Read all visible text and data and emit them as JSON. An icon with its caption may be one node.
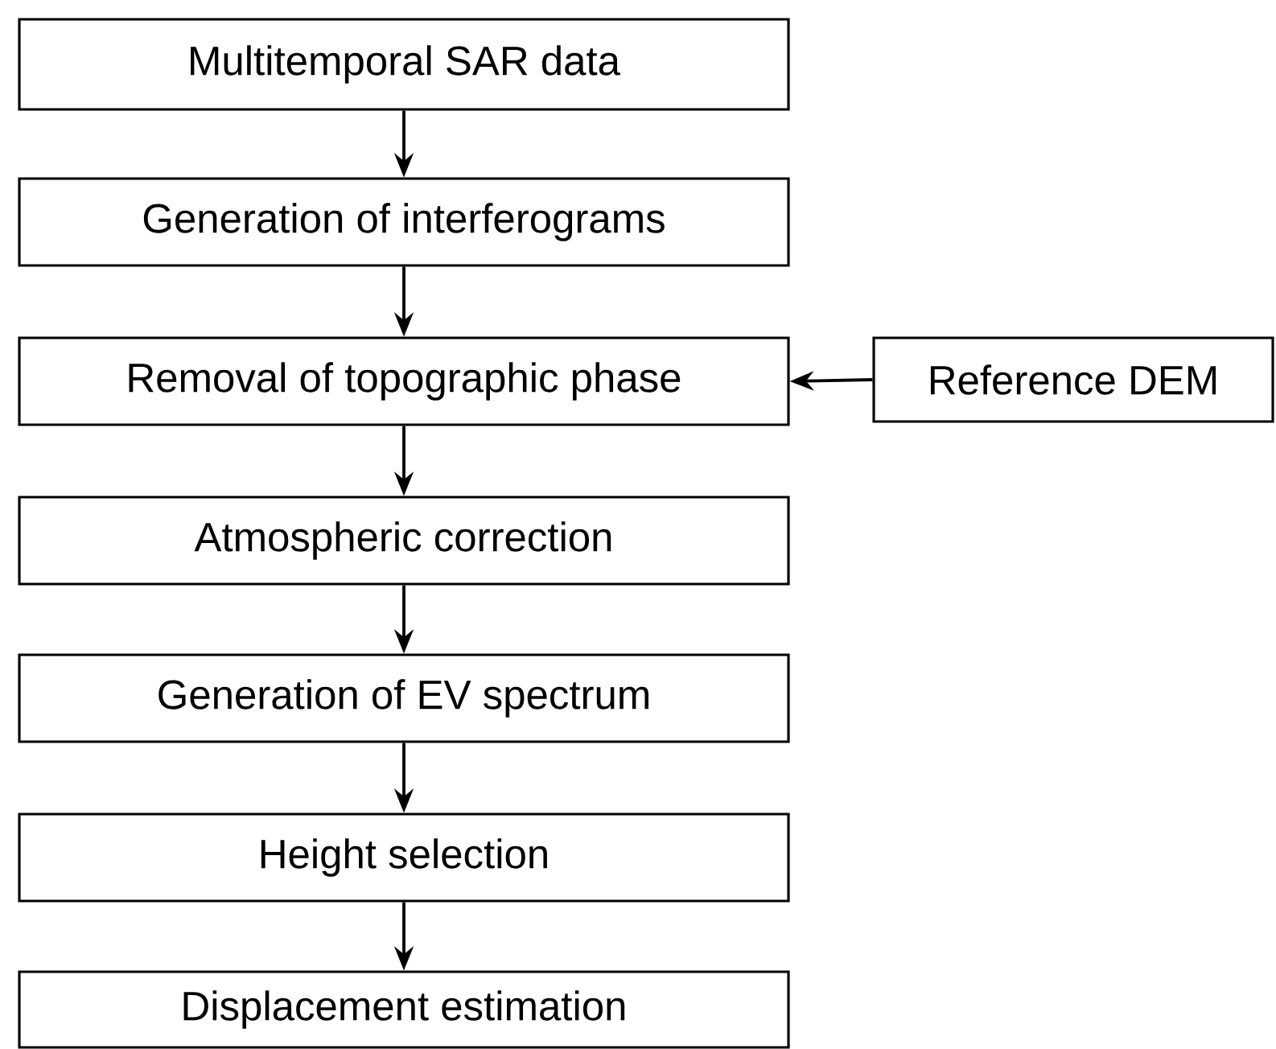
{
  "diagram": {
    "nodes": [
      {
        "text": [
          "Multitemporal SAR data"
        ]
      },
      {
        "text": [
          "Generation of interferograms"
        ]
      },
      {
        "text": [
          "Removal of topographic phase"
        ]
      },
      {
        "text": [
          "Reference DEM"
        ]
      },
      {
        "text": [
          "Atmospheric correction"
        ]
      },
      {
        "text": [
          "Generation of EV spectrum"
        ]
      },
      {
        "text": [
          "Height selection"
        ]
      },
      {
        "text": [
          "Displacement estimation"
        ]
      }
    ],
    "edges": [
      {
        "from": 0,
        "to": 1,
        "arrow": "to"
      },
      {
        "from": 1,
        "to": 2,
        "arrow": "to"
      },
      {
        "from": 3,
        "to": 2,
        "arrow": "to"
      },
      {
        "from": 2,
        "to": 4,
        "arrow": "to"
      },
      {
        "from": 4,
        "to": 5,
        "arrow": "to"
      },
      {
        "from": 5,
        "to": 6,
        "arrow": "to"
      },
      {
        "from": 6,
        "to": 7,
        "arrow": "to"
      }
    ]
  }
}
